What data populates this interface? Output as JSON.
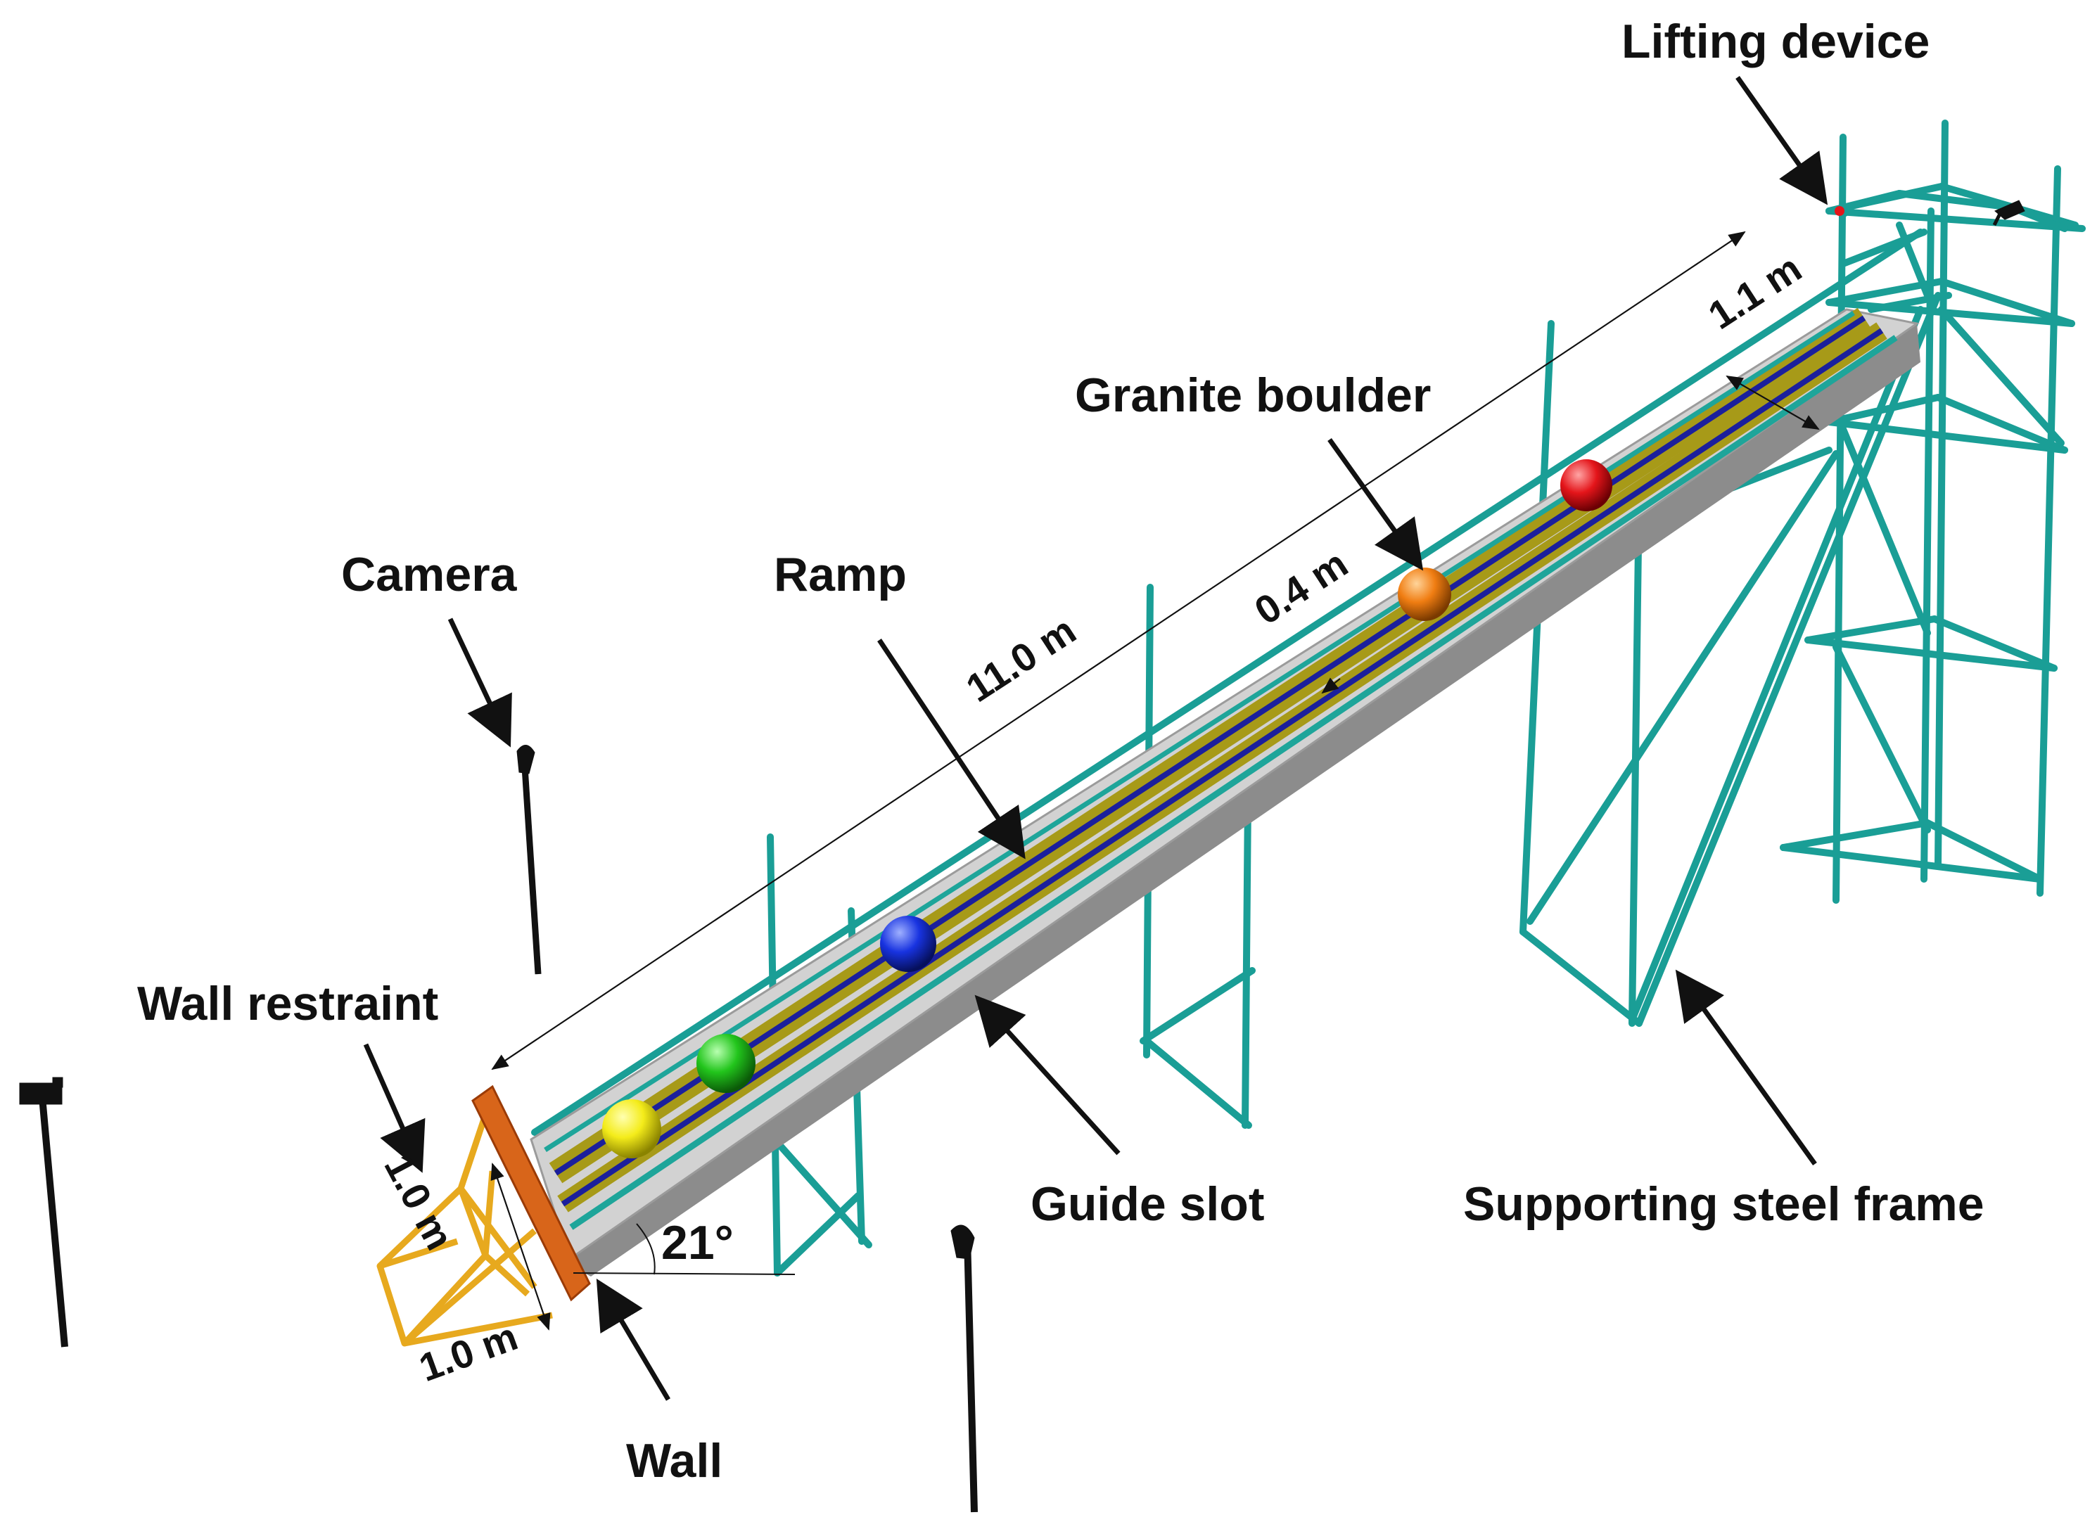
{
  "labels": {
    "lifting_device": "Lifting device",
    "granite_boulder": "Granite boulder",
    "camera": "Camera",
    "ramp": "Ramp",
    "wall_restraint": "Wall restraint",
    "guide_slot": "Guide slot",
    "supporting_steel_frame": "Supporting steel frame",
    "wall": "Wall"
  },
  "dimensions": {
    "ramp_length": "11.0 m",
    "ramp_width": "1.1 m",
    "slot_spacing": "0.4 m",
    "restraint_height": "1.0 m",
    "restraint_depth": "1.0 m",
    "ramp_angle": "21°"
  },
  "colors": {
    "scaffold": "#1a9e96",
    "ramp_top": "#d2d2d2",
    "ramp_side": "#8c8c8c",
    "slot_olive": "#a79a18",
    "slot_blue": "#1b1f9c",
    "slot_teal": "#1ea59a",
    "wall": "#d8651a",
    "restraint": "#e7a91e",
    "camera": "#111111",
    "boulder_yellow": "#f4ec1a",
    "boulder_green": "#22c51c",
    "boulder_blue": "#1833e0",
    "boulder_orange": "#f07d12",
    "boulder_red": "#e4151a"
  }
}
